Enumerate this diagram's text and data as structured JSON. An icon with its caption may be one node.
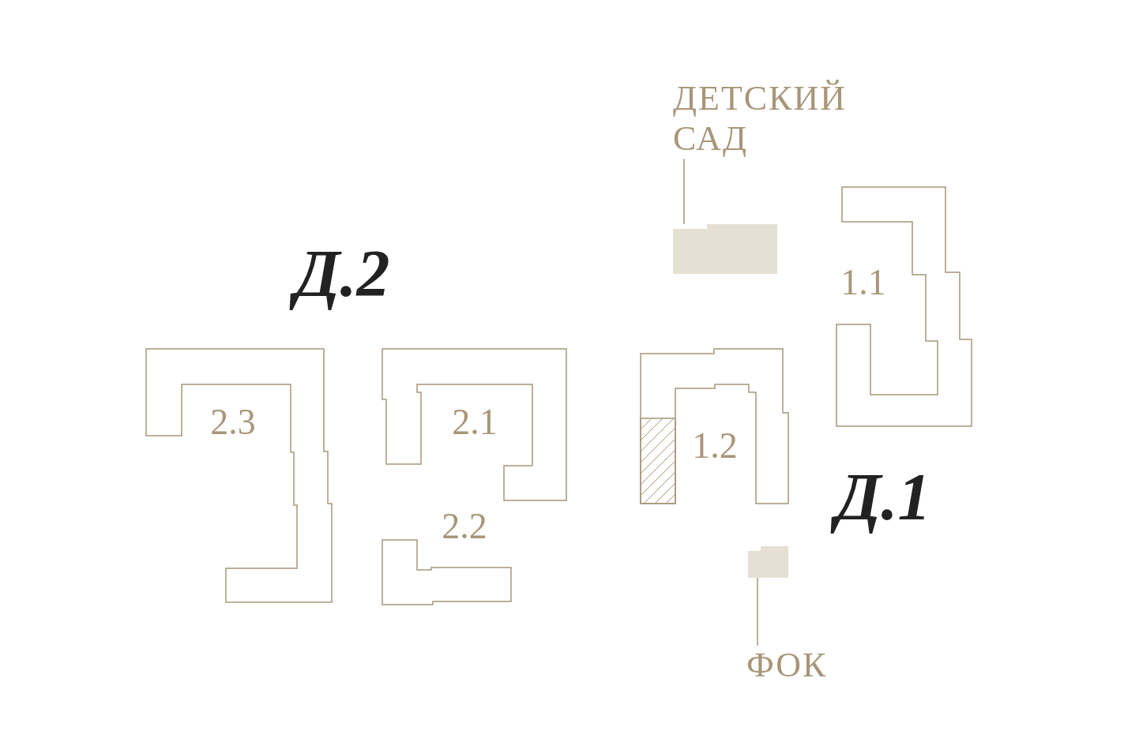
{
  "diagram": {
    "nodes": [
      {
        "text": [
          "ДЕТСКИЙ САД"
        ]
      },
      {
        "text": [],
        "shape": "box"
      },
      {
        "text": [
          "1.1"
        ]
      },
      {
        "text": [
          "2.3"
        ]
      },
      {
        "text": [
          "2.1"
        ]
      },
      {
        "text": [
          "1.2"
        ]
      },
      {
        "text": [
          "2.2"
        ]
      },
      {
        "text": [],
        "shape": "box"
      },
      {
        "text": [
          "ФОК"
        ]
      }
    ],
    "edges": [
      {
        "from": 0,
        "to": 1,
        "arrow": "none"
      },
      {
        "from": 8,
        "to": 7,
        "arrow": "none"
      }
    ],
    "labels": [
      "Д.2",
      "Д.1"
    ]
  }
}
